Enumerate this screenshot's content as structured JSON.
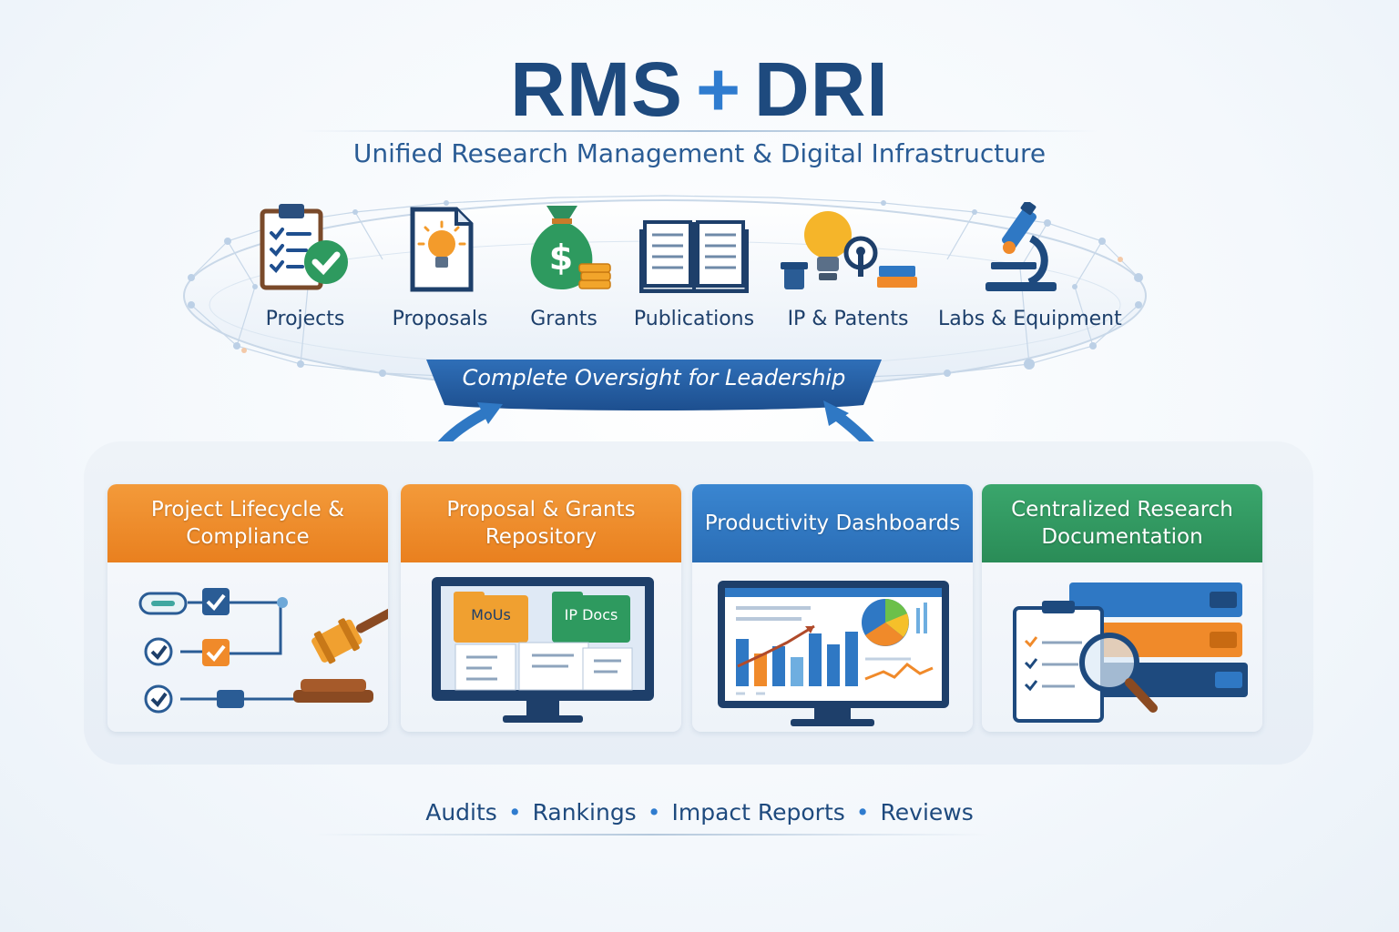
{
  "header": {
    "title_left": "RMS",
    "title_plus": "+",
    "title_right": "DRI",
    "subtitle": "Unified Research Management & Digital Infrastructure"
  },
  "modules": [
    {
      "label": "Projects",
      "icon": "clipboard-checklist-icon"
    },
    {
      "label": "Proposals",
      "icon": "proposal-lightbulb-icon"
    },
    {
      "label": "Grants",
      "icon": "money-bag-icon"
    },
    {
      "label": "Publications",
      "icon": "open-book-icon"
    },
    {
      "label": "IP & Patents",
      "icon": "lightbulb-keyhole-icon"
    },
    {
      "label": "Labs & Equipment",
      "icon": "microscope-icon"
    }
  ],
  "banner": {
    "text": "Complete Oversight for Leadership"
  },
  "cards": [
    {
      "title": "Project Lifecycle & Compliance",
      "color": "#f08a2a",
      "icon": "workflow-gavel-icon"
    },
    {
      "title": "Proposal & Grants Repository",
      "color": "#f08a2a",
      "icon": "monitor-folders-icon",
      "folders": [
        "MoUs",
        "IP Docs"
      ]
    },
    {
      "title": "Productivity Dashboards",
      "color": "#2f78c4",
      "icon": "dashboard-monitor-icon"
    },
    {
      "title": "Centralized Research Documentation",
      "color": "#2e9a5f",
      "icon": "binders-magnifier-icon"
    }
  ],
  "footer": {
    "items": [
      "Audits",
      "Rankings",
      "Impact Reports",
      "Reviews"
    ],
    "separator": "•"
  },
  "colors": {
    "navy": "#1e4a7e",
    "blue": "#2f78c4",
    "orange": "#f08a2a",
    "green": "#2e9a5f"
  }
}
